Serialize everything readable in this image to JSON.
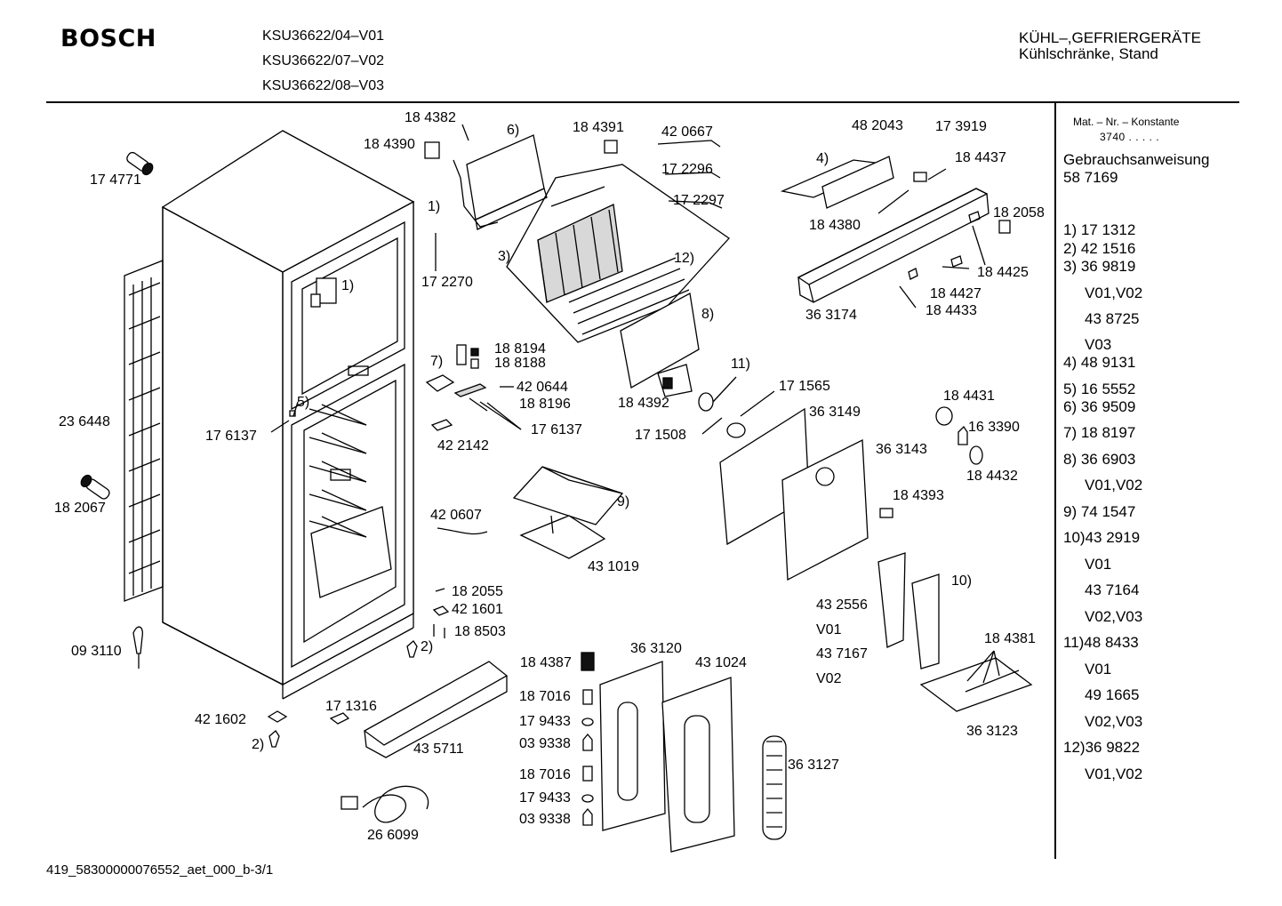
{
  "header": {
    "brand": "BOSCH",
    "models": [
      "KSU36622/04–V01",
      "KSU36622/07–V02",
      "KSU36622/08–V03"
    ],
    "category_line1": "KÜHL–,GEFRIERGERÄTE",
    "category_line2": "Kühlschränke, Stand"
  },
  "sidebar": {
    "mat_nr_label": "Mat. – Nr. – Konstante",
    "mat_nr_value": "3740 . . . . .",
    "manual_label": "Gebrauchsanweisung",
    "manual_number": "58 7169",
    "parts": [
      "1) 17 1312",
      "2) 42 1516",
      "3) 36 9819",
      "V01,V02",
      "43 8725",
      "V03",
      "4) 48 9131",
      "5) 16 5552",
      "6) 36 9509",
      "7) 18 8197",
      "8) 36 6903",
      "V01,V02",
      "9) 74 1547",
      "10)43 2919",
      "V01",
      "43 7164",
      "V02,V03",
      "11)48 8433",
      "V01",
      "49 1665",
      "V02,V03",
      "12)36 9822",
      "V01,V02"
    ]
  },
  "labels": {
    "p174771": "17 4771",
    "p236448": "23 6448",
    "p182067": "18 2067",
    "p093110": "09 3110",
    "p421602": "42 1602",
    "ref2a": "2)",
    "ref1a": "1)",
    "ref5": "5)",
    "p176137a": "17 6137",
    "p184382": "18 4382",
    "p184390": "18 4390",
    "ref6": "6)",
    "ref1b": "1)",
    "p172270": "17 2270",
    "p184391": "18 4391",
    "p420667": "42 0667",
    "p172296": "17 2296",
    "p172297": "17 2297",
    "ref3": "3)",
    "ref12": "12)",
    "ref8": "8)",
    "p184392": "18 4392",
    "p188194": "18 8194",
    "p188188": "18 8188",
    "ref7": "7)",
    "p420644": "42 0644",
    "p188196": "18 8196",
    "p176137b": "17 6137",
    "p422142": "42 2142",
    "ref9": "9)",
    "p420607": "42 0607",
    "p431019": "43 1019",
    "p182055": "18 2055",
    "p421601": "42 1601",
    "p188503": "18 8503",
    "ref2b": "2)",
    "p171316": "17 1316",
    "p435711": "43 5711",
    "p266099": "26 6099",
    "p184387": "18 4387",
    "p363120": "36 3120",
    "p431024": "43 1024",
    "p187016a": "18 7016",
    "p179433a": "17 9433",
    "p039338a": "03 9338",
    "p187016b": "18 7016",
    "p179433b": "17 9433",
    "p039338b": "03 9338",
    "p363127": "36 3127",
    "p482043": "48 2043",
    "p173919": "17 3919",
    "ref4": "4)",
    "p184437": "18 4437",
    "p184380": "18 4380",
    "p182058": "18 2058",
    "p184425": "18 4425",
    "p184427": "18 4427",
    "p184433": "18 4433",
    "p363174": "36 3174",
    "ref11": "11)",
    "p171565": "17 1565",
    "p363149": "36 3149",
    "p171508": "17 1508",
    "p184431": "18 4431",
    "p163390": "16 3390",
    "p363143": "36 3143",
    "p184432": "18 4432",
    "p184393": "18 4393",
    "ref10": "10)",
    "p432556": "43 2556",
    "v01": "V01",
    "p437167": "43 7167",
    "v02": "V02",
    "p184381": "18 4381",
    "p363123": "36 3123"
  },
  "footer": {
    "doc_id": "419_58300000076552_aet_000_b-3/1"
  }
}
